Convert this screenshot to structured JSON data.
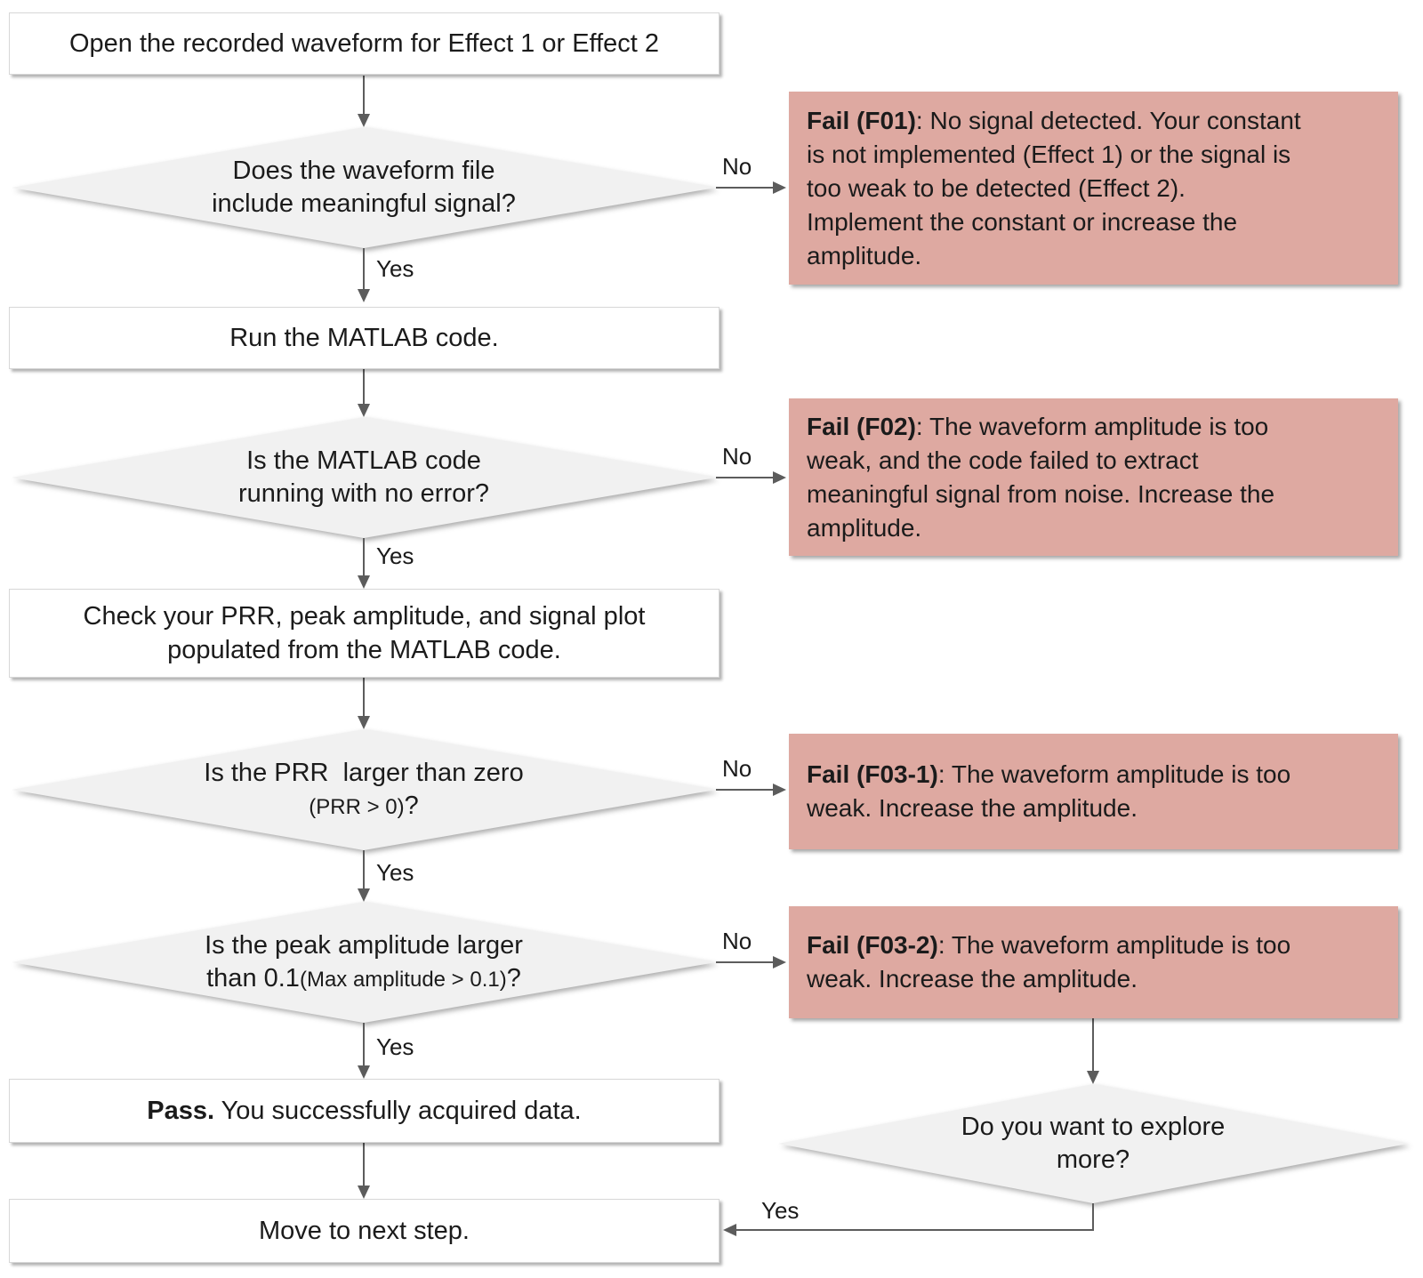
{
  "colors": {
    "fail_bg": "#dea9a1",
    "diamond_fill": "#f1f1f1",
    "box_bg": "#ffffff",
    "box_border": "#d7d7d7",
    "arrow": "#5c5c5c",
    "text": "#1b1b1b"
  },
  "labels": {
    "yes": "Yes",
    "no": "No"
  },
  "nodes": {
    "start": {
      "text": "Open the recorded waveform for Effect 1 or Effect 2"
    },
    "d1": {
      "line1": "Does the waveform file",
      "line2": "include meaningful signal?"
    },
    "run": {
      "text": "Run the MATLAB code."
    },
    "d2": {
      "line1": "Is the MATLAB code",
      "line2": "running with no error?"
    },
    "check": {
      "text": "Check your PRR, peak amplitude, and signal plot\npopulated from the MATLAB code."
    },
    "d3": {
      "line1": "Is the PRR  larger than zero",
      "line2_small": "(PRR > 0)",
      "line2_suffix": "?"
    },
    "d4": {
      "line1": "Is the peak amplitude larger",
      "line2_pre": "than 0.1",
      "line2_small": "(Max amplitude > 0.1)",
      "line2_suffix": "?"
    },
    "pass": {
      "bold": "Pass.",
      "text": " You successfully acquired data."
    },
    "next": {
      "text": "Move to next step."
    },
    "d5": {
      "line1": "Do you want to explore",
      "line2": "more?"
    },
    "f01": {
      "title": "Fail (F01)",
      "body": ": No signal detected. Your constant\nis not implemented (Effect 1) or the signal is\ntoo weak to be detected (Effect 2).\nImplement the constant or increase the\namplitude."
    },
    "f02": {
      "title": "Fail (F02)",
      "body": ": The waveform amplitude is too\nweak, and the code failed to extract\nmeaningful signal from noise. Increase the\namplitude."
    },
    "f03_1": {
      "title": "Fail (F03-1)",
      "body": ": The waveform amplitude is too\nweak. Increase the amplitude."
    },
    "f03_2": {
      "title": "Fail (F03-2)",
      "body": ": The waveform amplitude is too\nweak. Increase the amplitude."
    }
  }
}
